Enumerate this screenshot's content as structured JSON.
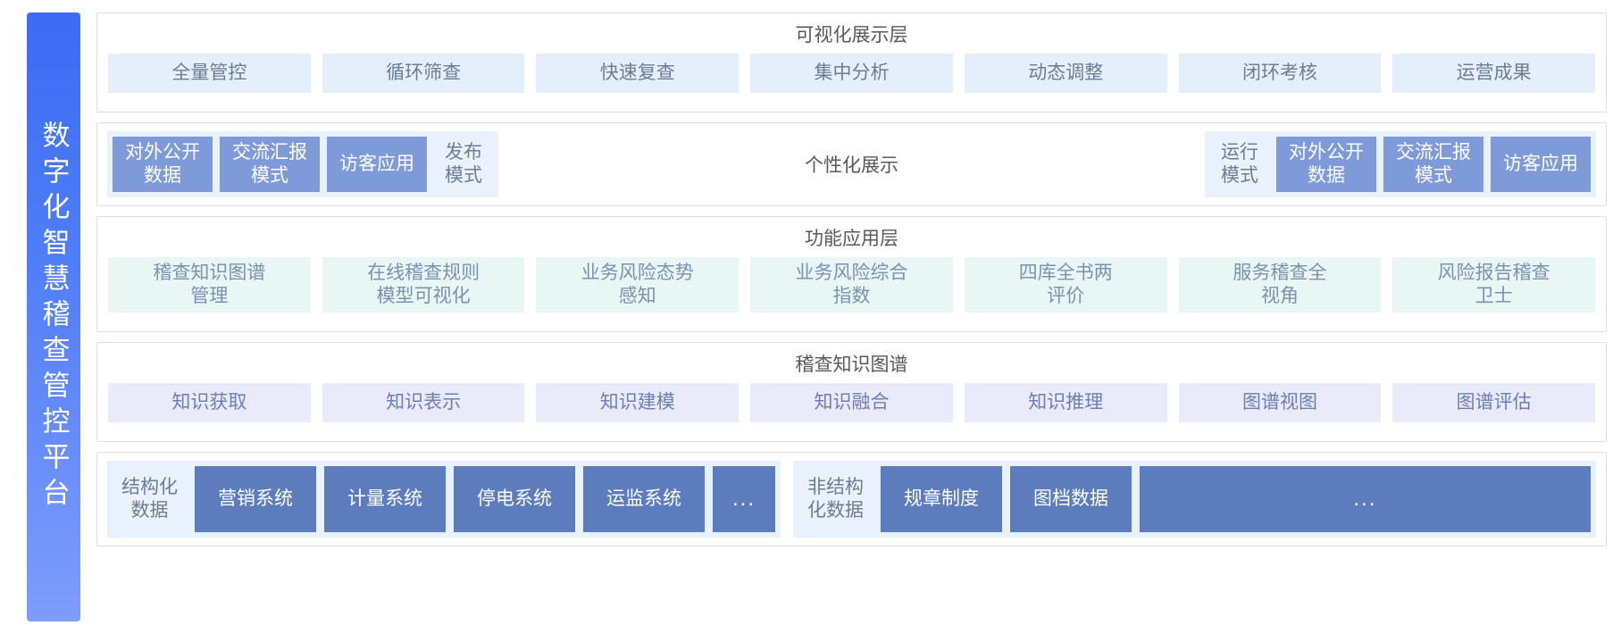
{
  "platform": {
    "title": "数字化智慧稽查管控平台"
  },
  "layers": {
    "visualization": {
      "title": "可视化展示层",
      "items": [
        "全量管控",
        "循环筛查",
        "快速复查",
        "集中分析",
        "动态调整",
        "闭环考核",
        "运营成果"
      ]
    },
    "modes": {
      "center_label": "个性化展示",
      "left_group": {
        "solid_items": [
          "对外公开\n数据",
          "交流汇报\n模式",
          "访客应用"
        ],
        "label": "发布\n模式"
      },
      "right_group": {
        "label": "运行\n模式",
        "solid_items": [
          "对外公开\n数据",
          "交流汇报\n模式",
          "访客应用"
        ]
      }
    },
    "functional": {
      "title": "功能应用层",
      "items": [
        "稽查知识图谱\n管理",
        "在线稽查规则\n模型可视化",
        "业务风险态势\n感知",
        "业务风险综合\n指数",
        "四库全书两\n评价",
        "服务稽查全\n视角",
        "风险报告稽查\n卫士"
      ]
    },
    "knowledge_graph": {
      "title": "稽查知识图谱",
      "items": [
        "知识获取",
        "知识表示",
        "知识建模",
        "知识融合",
        "知识推理",
        "图谱视图",
        "图谱评估"
      ]
    },
    "data_sources": {
      "structured": {
        "label": "结构化\n数据",
        "systems": [
          "营销系统",
          "计量系统",
          "停电系统",
          "运监系统",
          "..."
        ]
      },
      "unstructured": {
        "label": "非结构\n化数据",
        "systems": [
          "规章制度",
          "图档数据",
          "..."
        ]
      }
    }
  },
  "colors": {
    "sidebar_gradient_start": "#3d6bf5",
    "sidebar_gradient_end": "#7d9dfb",
    "visualization_chip_bg": "#e5effb",
    "modes_band_bg": "#e9f1fc",
    "modes_solid_bg": "#7f9ad8",
    "functional_chip_bg": "#e8f7f4",
    "knowledge_chip_bg": "#e9eafa",
    "data_box_bg": "#5c7cbe",
    "panel_border": "#dcdfe6"
  }
}
